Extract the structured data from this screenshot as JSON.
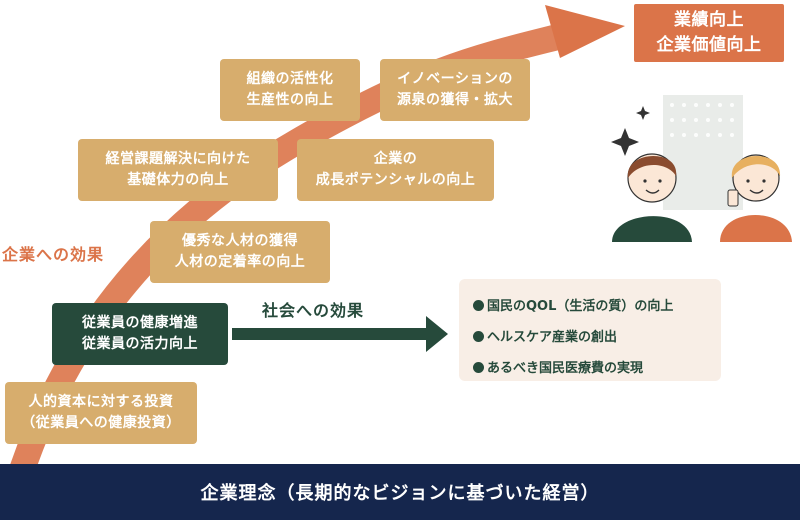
{
  "top_result": "業績向上\n企業価値向上",
  "corporate_effect_label": "企業への効果",
  "social_effect_label": "社会への効果",
  "boxes": {
    "investment": "人的資本に対する投資\n（従業員への健康投資）",
    "health": "従業員の健康増進\n従業員の活力向上",
    "talent": "優秀な人材の獲得\n人材の定着率の向上",
    "foundation": "経営課題解決に向けた\n基礎体力の向上",
    "potential": "企業の\n成長ポテンシャルの向上",
    "organization": "組織の活性化\n生産性の向上",
    "innovation": "イノベーションの\n源泉の獲得・拡大"
  },
  "social_items": [
    "国民のQOL（生活の質）の向上",
    "ヘルスケア産業の創出",
    "あるべき国民医療費の実現"
  ],
  "bottom_bar": "企業理念（長期的なビジョンに基づいた経営）",
  "colors": {
    "orange": "#db7449",
    "beige": "#d7ad6d",
    "green": "#264a3b",
    "navy": "#15264d",
    "panel": "#f8eee6"
  }
}
